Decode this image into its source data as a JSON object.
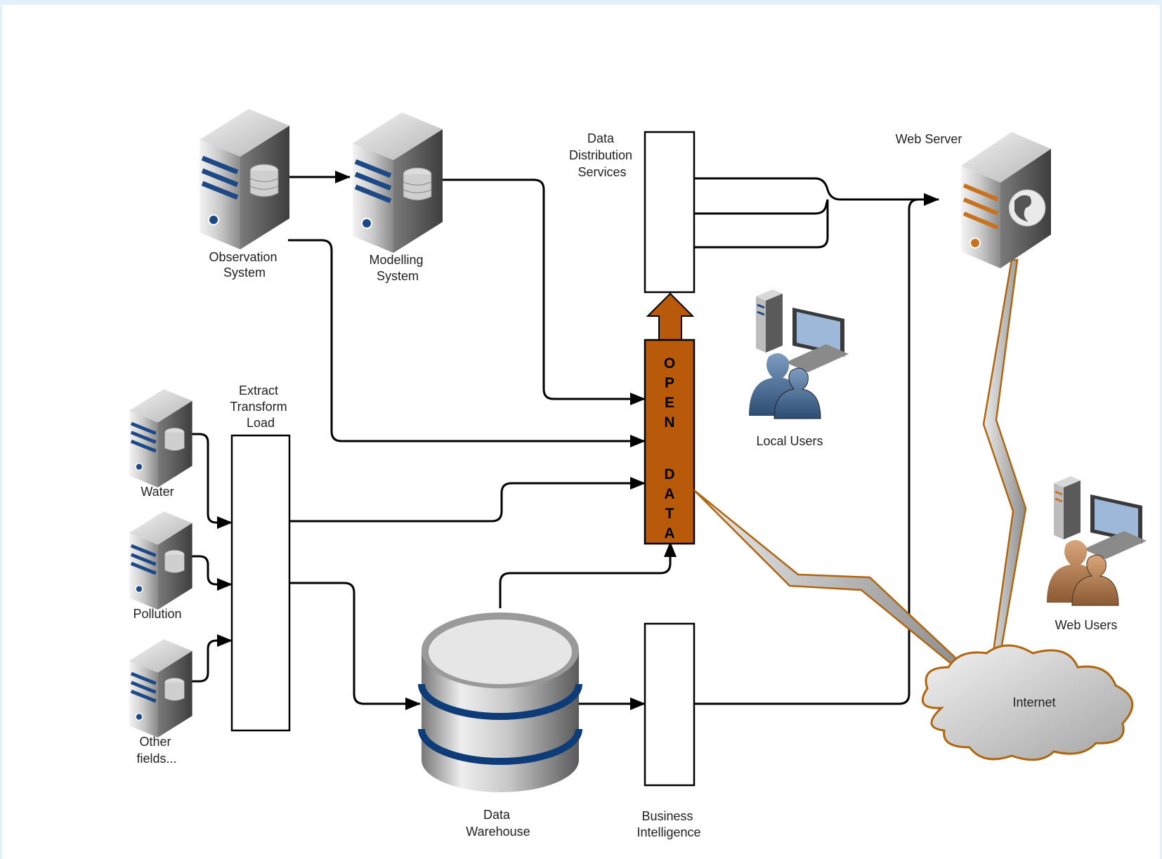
{
  "labels": {
    "observation": [
      "Observation",
      "System"
    ],
    "modelling": [
      "Modelling",
      "System"
    ],
    "dds": [
      "Data",
      "Distribution",
      "Services"
    ],
    "web_server": "Web Server",
    "etl": [
      "Extract",
      "Transform",
      "Load"
    ],
    "water": "Water",
    "pollution": "Pollution",
    "other": [
      "Other",
      "fields..."
    ],
    "local_users": "Local Users",
    "web_users": "Web Users",
    "internet": "Internet",
    "warehouse": [
      "Data",
      "Warehouse"
    ],
    "bi": [
      "Business",
      "Intelligence"
    ],
    "open_data": [
      "O",
      "P",
      "E",
      "N",
      "",
      "D",
      "A",
      "T",
      "A"
    ]
  },
  "colors": {
    "open_data_fill": "#b85a0a",
    "link_bolt": "#a8a8a8",
    "bolt_outline": "#b0650f",
    "server_stripe": "#1d4a87",
    "web_server_stripe": "#c8721e",
    "warehouse_band": "#0e3c78"
  },
  "icons": {
    "server": "database-server-icon",
    "web_server": "globe-server-icon",
    "users": "workstation-users-icon",
    "cloud": "cloud-icon"
  }
}
